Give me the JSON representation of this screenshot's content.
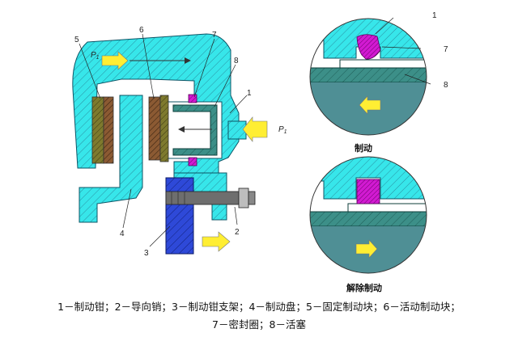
{
  "labels": {
    "n1": "1",
    "n2": "2",
    "n3": "3",
    "n4": "4",
    "n5": "5",
    "n6": "6",
    "n7": "7",
    "n8": "8",
    "p1_top": "P",
    "p1_top_sub": "1",
    "p1_right": "P",
    "p1_right_sub": "1",
    "inset_top_1": "1",
    "inset_top_7": "7",
    "inset_top_8": "8"
  },
  "insets": {
    "top_caption": "制动",
    "bottom_caption": "解除制动"
  },
  "legend": {
    "line1": "1－制动钳；2－导向销；3－制动钳支架；4－制动盘；5－固定制动块；6－活动制动块；",
    "line2": "7－密封圈；8－活塞"
  },
  "colors": {
    "caliper_cyan": "#37e6ea",
    "piston_teal": "#2f8c87",
    "piston_grey": "#4f8f95",
    "pad_brown": "#8b5a33",
    "pad_backing": "#7e7a2e",
    "seal_magenta": "#d21ad2",
    "bracket_blue": "#2e49d8",
    "arrow_yellow": "#ffee33",
    "pin_grey": "#5a5a5a"
  }
}
